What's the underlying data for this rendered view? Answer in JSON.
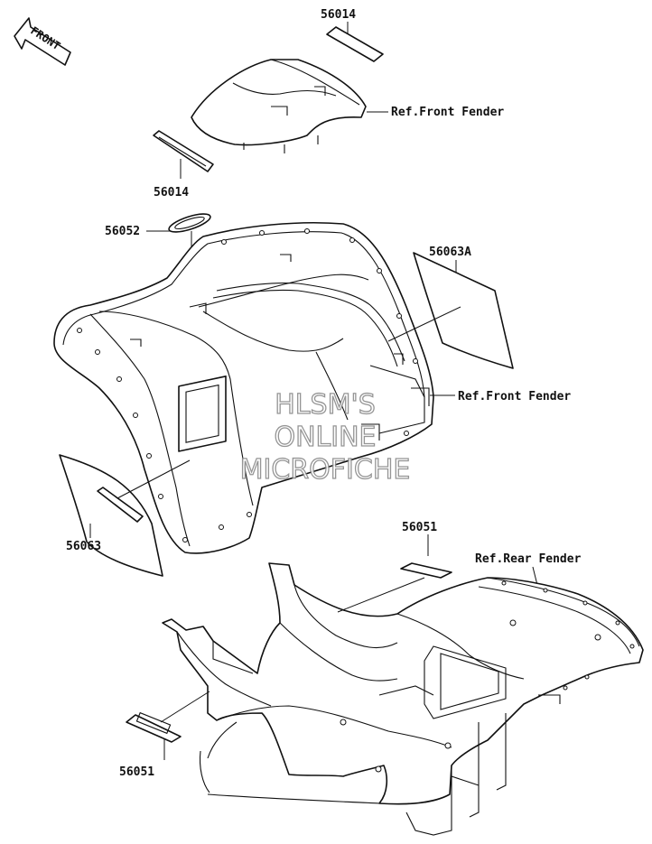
{
  "orientation": {
    "front_label": "FRONT"
  },
  "callouts": {
    "top_decal": "56014",
    "side_emblem_decal": "56014",
    "oval_emblem": "56052",
    "side_panel_right": "56063A",
    "side_panel_left": "56063",
    "rear_mark_right": "56051",
    "rear_mark_left": "56051"
  },
  "references": {
    "front_fender_top": "Ref.Front Fender",
    "front_fender_main": "Ref.Front Fender",
    "rear_fender": "Ref.Rear Fender"
  },
  "watermark": {
    "line1": "HLSM'S",
    "line2": "ONLINE",
    "line3": "MICROFICHE"
  },
  "colors": {
    "line": "#111111",
    "background": "#ffffff",
    "watermark_outline": "#8a8a8a"
  }
}
